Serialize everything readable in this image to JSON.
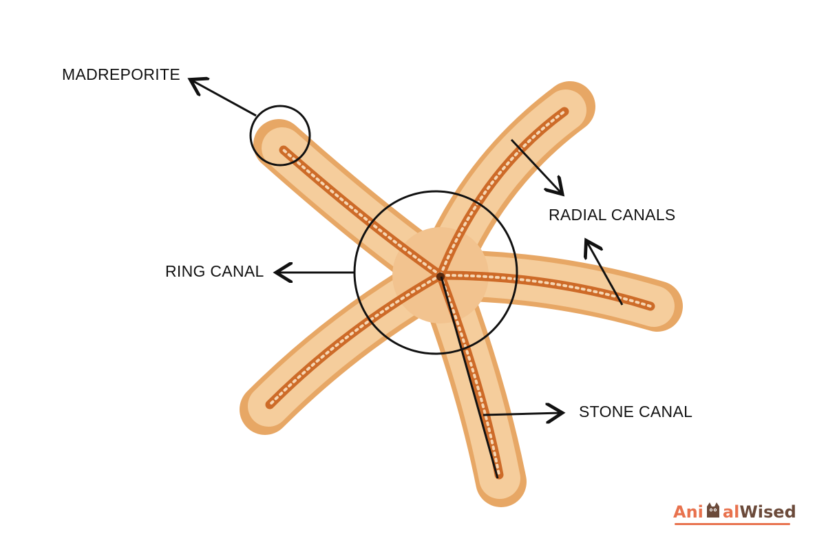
{
  "labels": {
    "madreporite": "MADREPORITE",
    "radial_canals": "RADIAL CANALS",
    "ring_canal": "RING CANAL",
    "stone_canal": "STONE CANAL"
  },
  "logo": {
    "part1": "Ani",
    "part2": "al",
    "part3": "Wised",
    "brand_color": "#e8724e",
    "dark_color": "#6b4a3a"
  },
  "colors": {
    "starfish_body": "#f2c38f",
    "starfish_edge": "#e7a765",
    "canal": "#c9601c",
    "annotation": "#111111"
  }
}
